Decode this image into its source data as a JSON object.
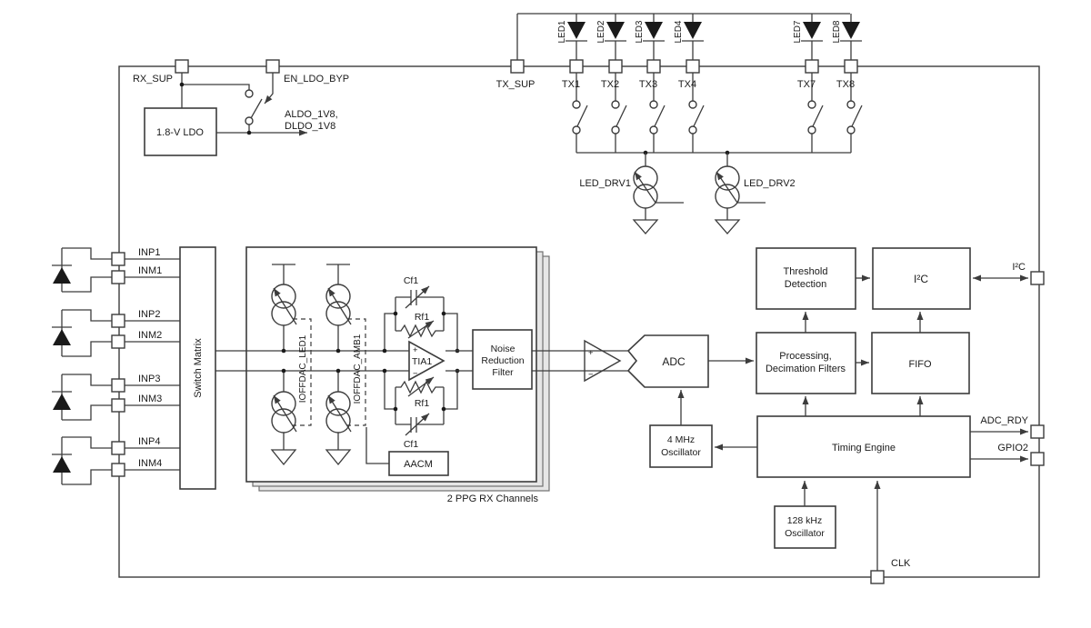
{
  "title": "PPG AFE functional block diagram",
  "colors": {
    "line": "#3c3c3c",
    "text": "#1a1a1a",
    "shadow_fill": "#e6e6e6",
    "background": "#ffffff"
  },
  "t": {
    "rx_sup": "RX_SUP",
    "en_ldo_byp": "EN_LDO_BYP",
    "ldo": "1.8-V LDO",
    "aldo1": "ALDO_1V8,",
    "aldo2": "DLDO_1V8",
    "tx_sup": "TX_SUP",
    "led1": "LED1",
    "led2": "LED2",
    "led3": "LED3",
    "led4": "LED4",
    "led7": "LED7",
    "led8": "LED8",
    "tx1": "TX1",
    "tx2": "TX2",
    "tx3": "TX3",
    "tx4": "TX4",
    "tx7": "TX7",
    "tx8": "TX8",
    "led_drv1": "LED_DRV1",
    "led_drv2": "LED_DRV2",
    "inp1": "INP1",
    "inm1": "INM1",
    "inp2": "INP2",
    "inm2": "INM2",
    "inp3": "INP3",
    "inm3": "INM3",
    "inp4": "INP4",
    "inm4": "INM4",
    "switch_matrix": "Switch Matrix",
    "ioffdac_led1": "IOFFDAC_LED1",
    "ioffdac_amb1": "IOFFDAC_AMB1",
    "cf1": "Cf1",
    "rf1": "Rf1",
    "tia1": "TIA1",
    "plus": "+",
    "minus": "−",
    "nrf1": "Noise",
    "nrf2": "Reduction",
    "nrf3": "Filter",
    "aacm": "AACM",
    "ppg_caption": "2 PPG RX Channels",
    "adc": "ADC",
    "osc4_1": "4 MHz",
    "osc4_2": "Oscillator",
    "thresh1": "Threshold",
    "thresh2": "Detection",
    "i2c_block": "I²C",
    "i2c_pin": "I²C",
    "proc1": "Processing,",
    "proc2": "Decimation Filters",
    "fifo": "FIFO",
    "timing": "Timing Engine",
    "osc128_1": "128 kHz",
    "osc128_2": "Oscillator",
    "adc_rdy": "ADC_RDY",
    "gpio2": "GPIO2",
    "clk": "CLK"
  }
}
